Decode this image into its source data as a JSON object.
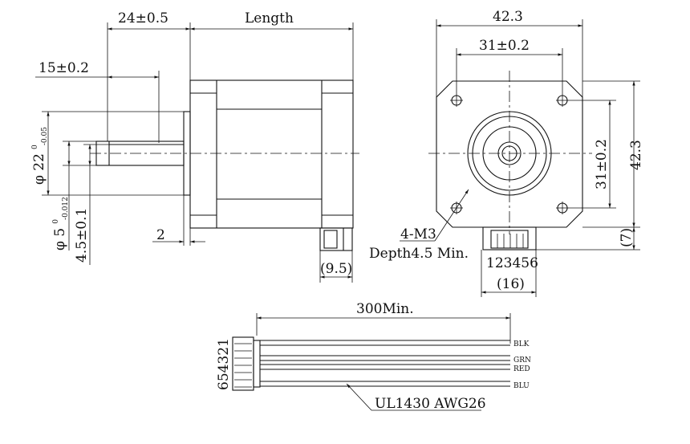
{
  "side_view": {
    "dim_shaft": "24±0.5",
    "dim_length": "Length",
    "dim_flat": "15±0.2",
    "dim_boss": {
      "prefix": "φ 22",
      "tol_upper": "0",
      "tol_lower": "-0.05"
    },
    "dim_shaft_dia": {
      "prefix": "φ 5",
      "tol_upper": "0",
      "tol_lower": "-0.012"
    },
    "dim_flat_depth": "4.5±0.1",
    "dim_boss_height": "2",
    "dim_connector": "(9.5)"
  },
  "front_view": {
    "dim_width": "42.3",
    "dim_hole_spacing_h": "31±0.2",
    "dim_hole_spacing_v": "31±0.2",
    "dim_height": "42.3",
    "dim_offset": "(7)",
    "holes_label": "4-M3",
    "depth_label": "Depth4.5 Min.",
    "pin_numbers": "123456",
    "dim_connector_width": "(16)"
  },
  "cable": {
    "dim_length": "300Min.",
    "connector_pins": "654321",
    "wire_spec": "UL1430 AWG26",
    "wires": [
      {
        "color_name": "BLK",
        "hex": "#111111"
      },
      {
        "color_name": "GRN",
        "hex": "#111111"
      },
      {
        "color_name": "RED",
        "hex": "#111111"
      },
      {
        "color_name": "BLU",
        "hex": "#111111"
      }
    ]
  }
}
